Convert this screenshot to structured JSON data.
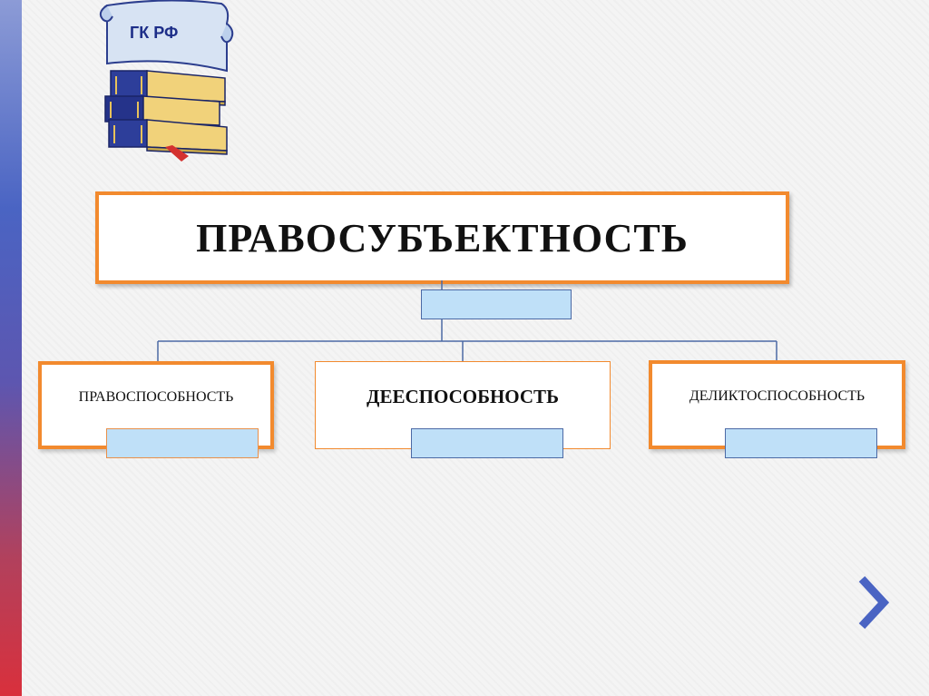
{
  "logo": {
    "text": "ГК РФ"
  },
  "diagram": {
    "root": "ПРАВОСУБЪЕКТНОСТЬ",
    "children": [
      {
        "label": "ПРАВОСПОСОБНОСТЬ"
      },
      {
        "label": "ДЕЕСПОСОБНОСТЬ"
      },
      {
        "label": "ДЕЛИКТОСПОСОБНОСТЬ"
      }
    ]
  },
  "colors": {
    "box_border": "#f28a2e",
    "connector_fill": "#bfe0f8",
    "line": "#4c6aa5",
    "arrow": "#4a64c3"
  },
  "icons": {
    "next": "chevron-right-icon",
    "logo": "books-icon"
  }
}
